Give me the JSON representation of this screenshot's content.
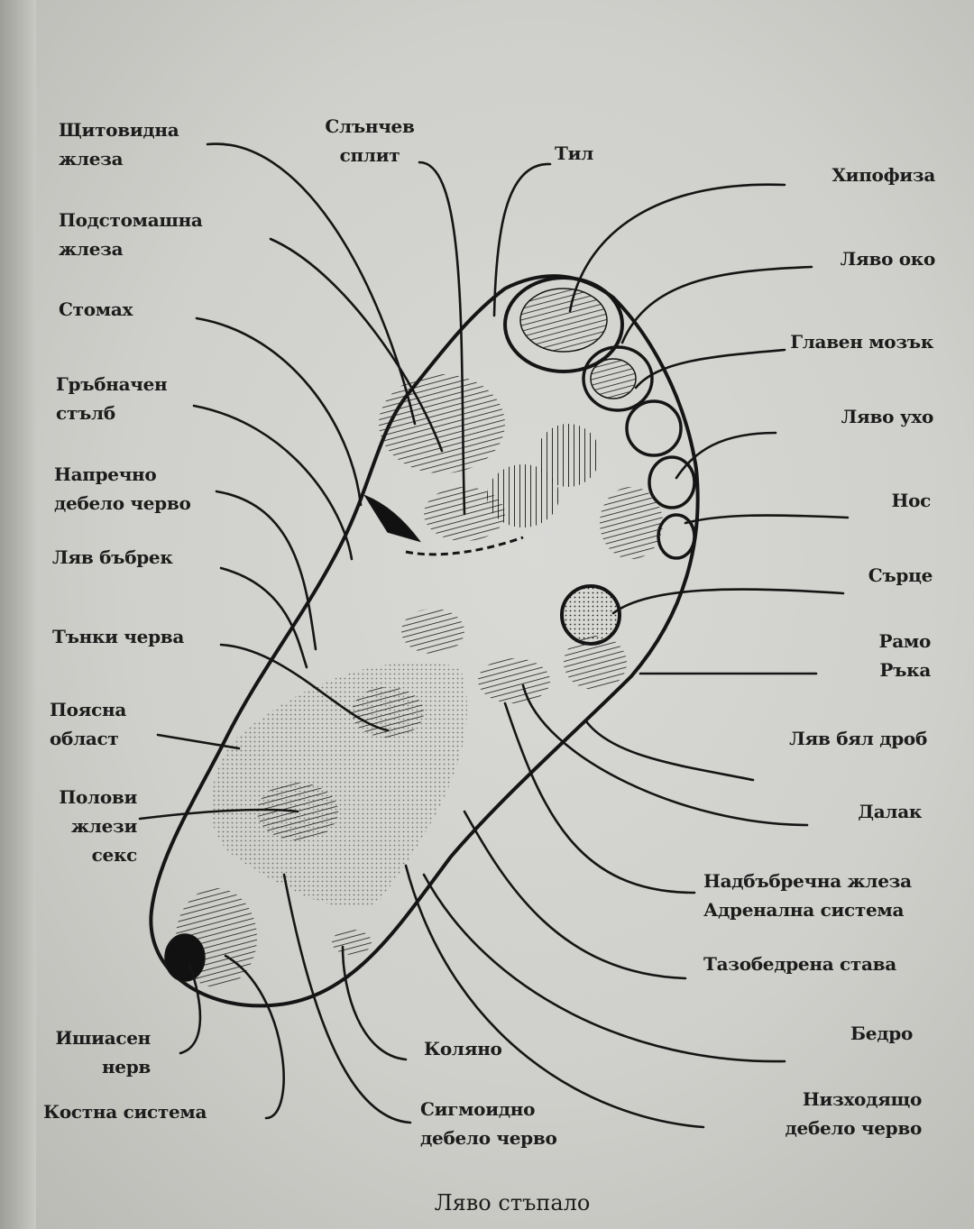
{
  "left_labels": {
    "thyroid": [
      "Щитовидна",
      "жлеза"
    ],
    "pancreas": [
      "Подстомашна",
      "жлеза"
    ],
    "stomach": "Стомах",
    "spine": [
      "Гръбначен",
      "стълб"
    ],
    "transverse_colon": [
      "Напречно",
      "дебело черво"
    ],
    "left_kidney": "Ляв бъбрек",
    "small_intestine": "Тънки черва",
    "lumbar": [
      "Поясна",
      "област"
    ],
    "sex_glands": [
      "Полови",
      "жлези",
      "секс"
    ],
    "sciatic": [
      "Ишиасен",
      "нерв"
    ],
    "skeletal": "Костна система"
  },
  "top_labels": {
    "solar_plexus": [
      "Слънчев",
      "сплит"
    ],
    "occiput": "Тил"
  },
  "right_labels": {
    "pituitary": "Хипофиза",
    "left_eye": "Ляво око",
    "brain": "Главен мозък",
    "left_ear": "Ляво ухо",
    "nose": "Нос",
    "heart": "Сърце",
    "shoulder_arm": [
      "Рамо",
      "Ръка"
    ],
    "left_lung": "Ляв бял дроб",
    "spleen": "Далак",
    "adrenal": [
      "Надбъбречна жлеза",
      "Адренална система"
    ],
    "hip": "Тазобедрена става",
    "thigh": "Бедро",
    "descending_colon": [
      "Низходящо",
      "дебело черво"
    ]
  },
  "bottom_labels": {
    "knee": "Коляно",
    "sigmoid": [
      "Сигмоидно",
      "дебело черво"
    ]
  },
  "caption": "Ляво стъпало"
}
